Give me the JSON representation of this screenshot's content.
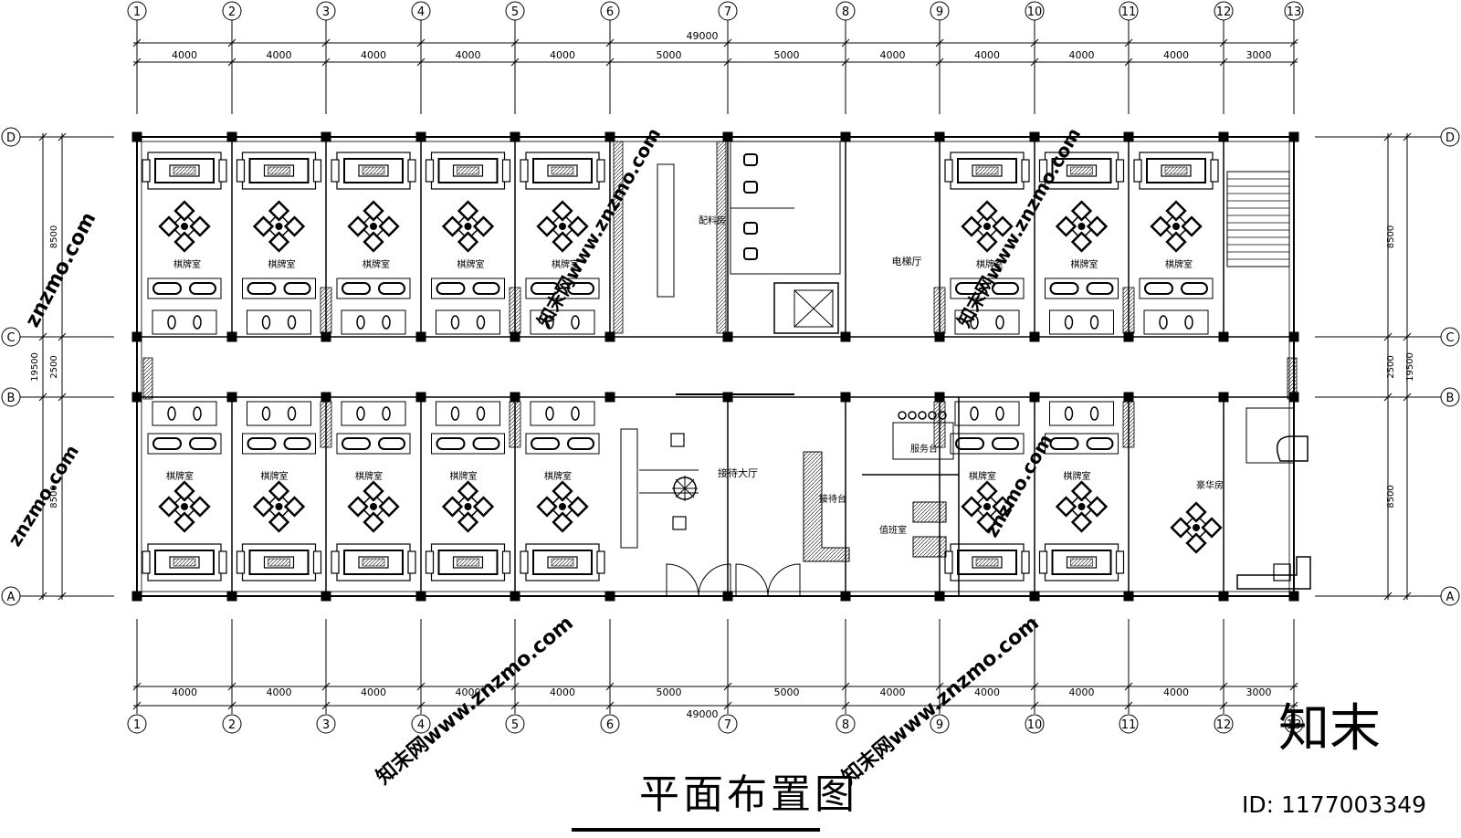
{
  "title": "平面布置图",
  "overall_dimension": "49000",
  "column_axes": [
    "1",
    "2",
    "3",
    "4",
    "5",
    "6",
    "7",
    "8",
    "9",
    "10",
    "11",
    "12",
    "13"
  ],
  "column_spacings": [
    "4000",
    "4000",
    "4000",
    "4000",
    "4000",
    "5000",
    "5000",
    "4000",
    "4000",
    "4000",
    "4000",
    "3000"
  ],
  "row_axes": [
    "D",
    "C",
    "B",
    "A"
  ],
  "row_spacings": [
    "8500",
    "2500",
    "8500"
  ],
  "row_total": "19500",
  "rooms": {
    "mahjong": "棋牌室",
    "supply_room": "配料房",
    "elevator_hall": "电梯厅",
    "reception_hall": "接待大厅",
    "reception_desk": "接待台",
    "service_desk": "服务台",
    "duty_room": "值班室",
    "luxury_room": "豪华房"
  },
  "watermark": {
    "brand": "知末",
    "site": "znzmo.com",
    "site_cn": "知末网www.znzmo.com",
    "id": "ID: 1177003349"
  }
}
